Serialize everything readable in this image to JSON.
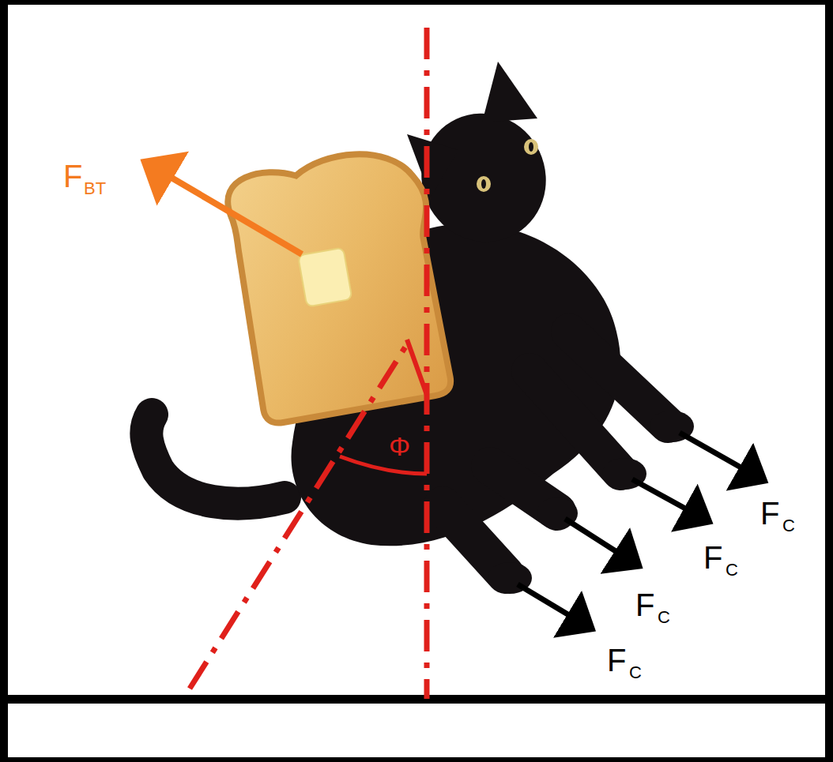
{
  "diagram": {
    "labels": [
      "F",
      "BT",
      "Φ",
      "F",
      "C",
      "F",
      "C",
      "F",
      "C",
      "F",
      "C"
    ]
  }
}
